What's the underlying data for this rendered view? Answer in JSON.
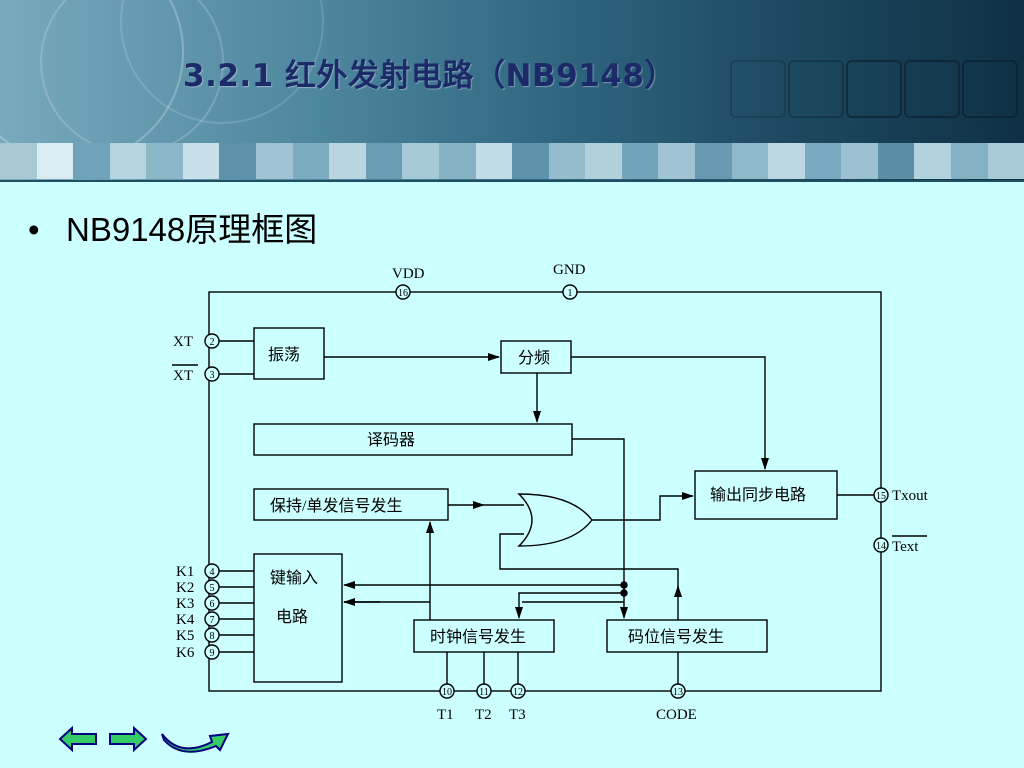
{
  "slide": {
    "title": "3.2.1  红外发射电路（NB9148）",
    "bullet_text": "NB9148原理框图"
  },
  "diagram": {
    "blocks": {
      "osc": "振荡",
      "div": "分频",
      "decoder": "译码器",
      "hold": "保持/单发信号发生",
      "key_input_line1": "键输入",
      "key_input_line2": "电路",
      "sync": "输出同步电路",
      "clock": "时钟信号发生",
      "code": "码位信号发生"
    },
    "pins": {
      "vdd": {
        "name": "VDD",
        "num": "16"
      },
      "gnd": {
        "name": "GND",
        "num": "1"
      },
      "xt": {
        "name": "XT",
        "num": "2"
      },
      "xtb": {
        "name": "XT",
        "num": "3"
      },
      "k1": {
        "name": "K1",
        "num": "4"
      },
      "k2": {
        "name": "K2",
        "num": "5"
      },
      "k3": {
        "name": "K3",
        "num": "6"
      },
      "k4": {
        "name": "K4",
        "num": "7"
      },
      "k5": {
        "name": "K5",
        "num": "8"
      },
      "k6": {
        "name": "K6",
        "num": "9"
      },
      "t1": {
        "name": "T1",
        "num": "10"
      },
      "t2": {
        "name": "T2",
        "num": "11"
      },
      "t3": {
        "name": "T3",
        "num": "12"
      },
      "codepin": {
        "name": "CODE",
        "num": "13"
      },
      "txout": {
        "name": "Txout",
        "num": "15"
      },
      "text": {
        "name": "Text",
        "num": "14"
      }
    }
  },
  "nav": {
    "colors": {
      "arrow_fill": "#33cc66",
      "arrow_border": "#000080"
    },
    "icons": [
      "left-arrow-icon",
      "right-arrow-icon",
      "return-arrow-icon"
    ]
  }
}
